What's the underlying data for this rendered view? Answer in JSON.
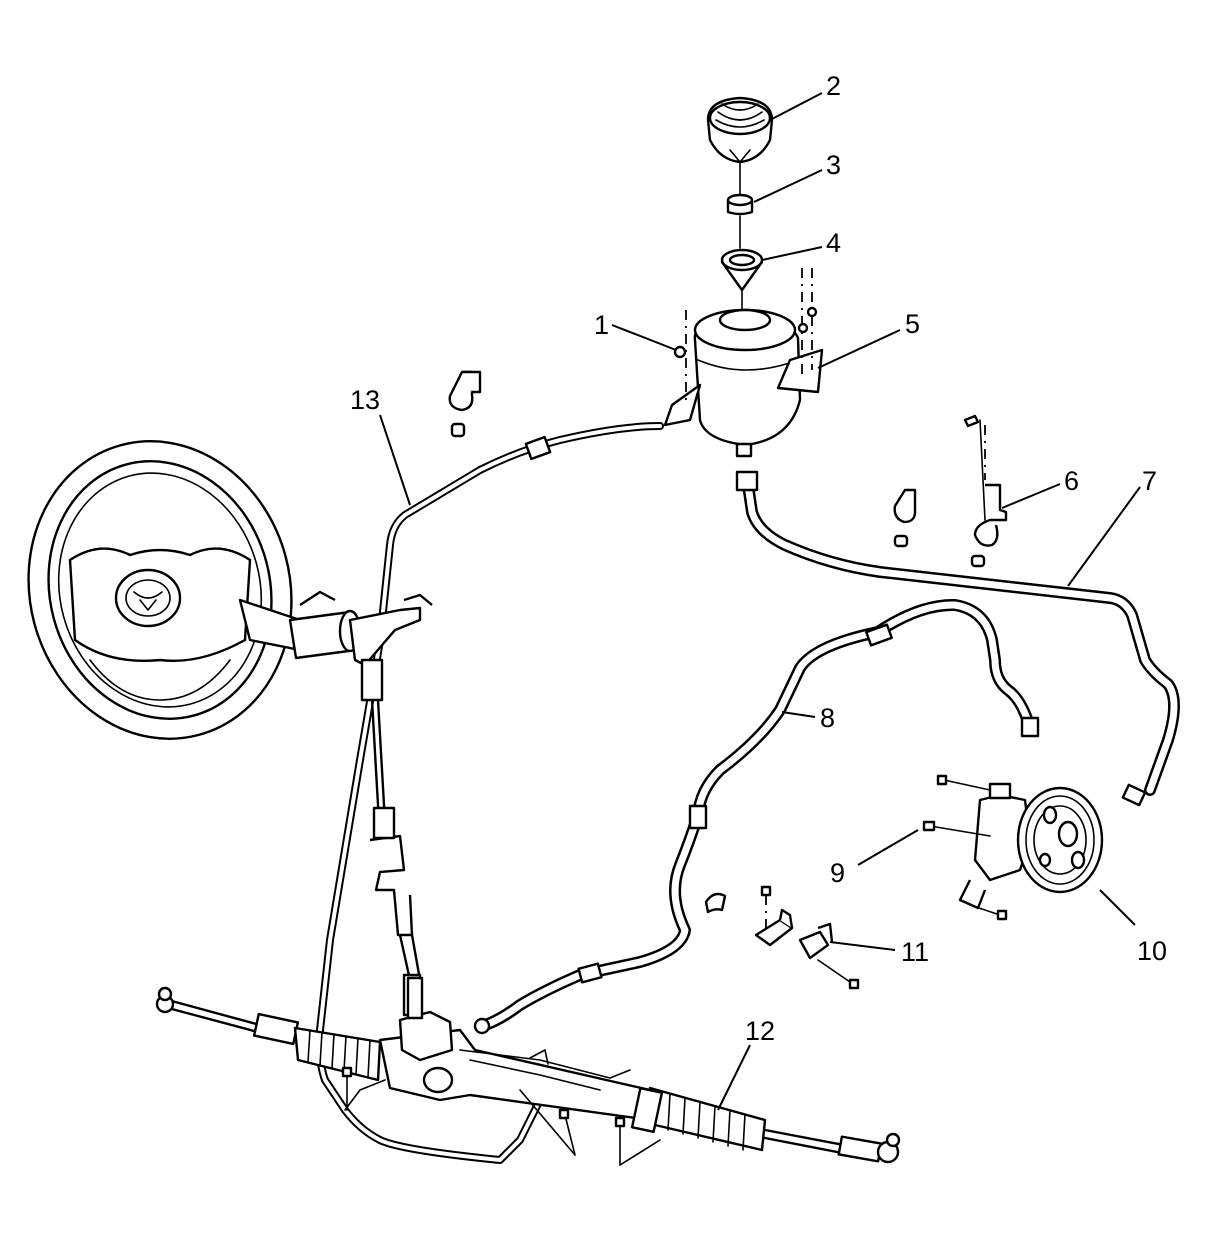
{
  "diagram": {
    "type": "exploded-parts-view",
    "callouts": [
      {
        "id": "c1",
        "label": "1"
      },
      {
        "id": "c2",
        "label": "2"
      },
      {
        "id": "c3",
        "label": "3"
      },
      {
        "id": "c4",
        "label": "4"
      },
      {
        "id": "c5",
        "label": "5"
      },
      {
        "id": "c6",
        "label": "6"
      },
      {
        "id": "c7",
        "label": "7"
      },
      {
        "id": "c8",
        "label": "8"
      },
      {
        "id": "c9",
        "label": "9"
      },
      {
        "id": "c10",
        "label": "10"
      },
      {
        "id": "c11",
        "label": "11"
      },
      {
        "id": "c12",
        "label": "12"
      },
      {
        "id": "c13",
        "label": "13"
      }
    ]
  }
}
